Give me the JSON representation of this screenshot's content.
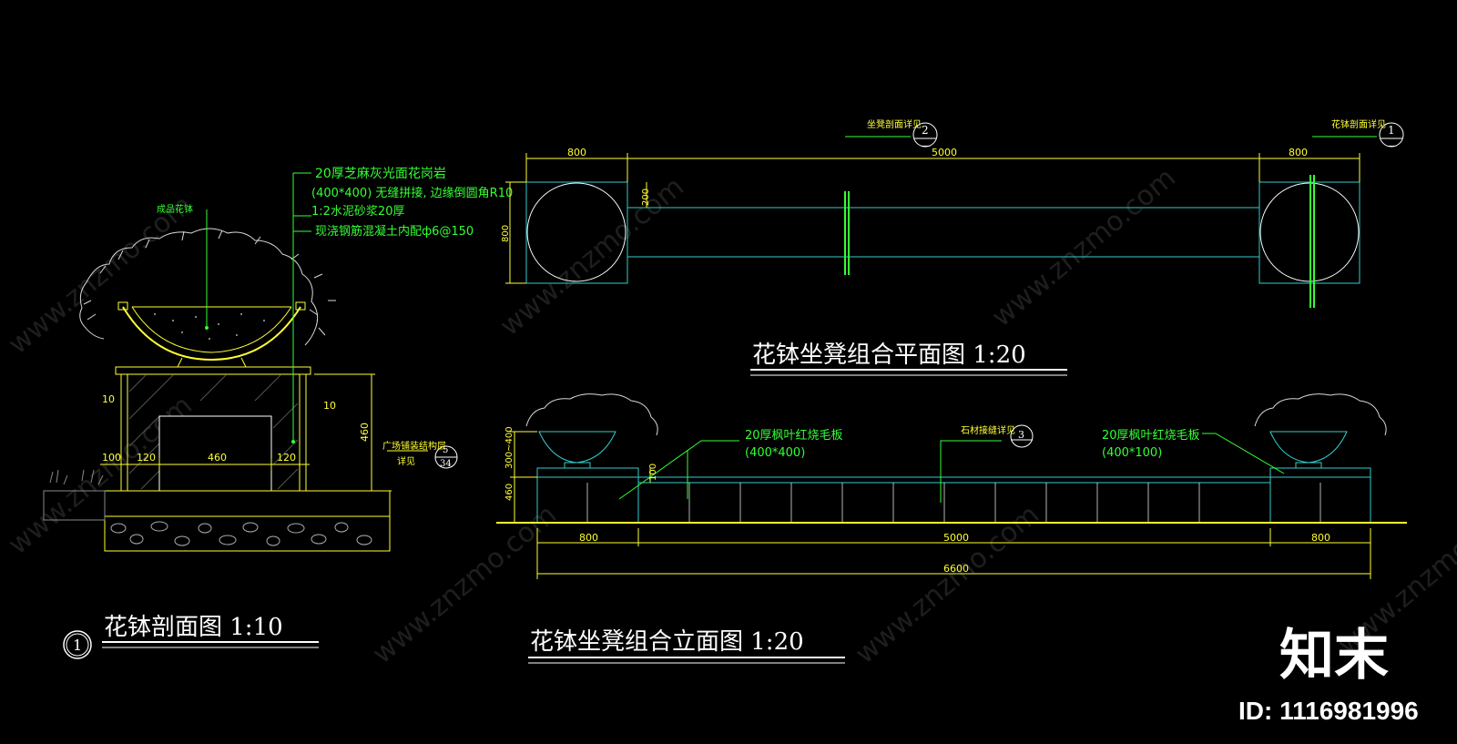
{
  "colors": {
    "background": "#000000",
    "dimension": "#ffff33",
    "note": "#33ff33",
    "outline": "#33cccc",
    "title": "#ffffff"
  },
  "titles": {
    "section": "花钵剖面图  1:10",
    "plan": "花钵坐凳组合平面图  1:20",
    "elevation": "花钵坐凳组合立面图  1:20",
    "section_index": "1"
  },
  "section_notes": {
    "pot_label": "成品花钵",
    "line1": "20厚芝麻灰光面花岗岩",
    "line2": "(400*400) 无缝拼接, 边缘倒圆角R10",
    "line3": "1:2水泥砂浆20厚",
    "line4": "现浇钢筋混凝土内配ф6@150",
    "detail_ref": "广场铺装结构层",
    "detail_ref2": "详见",
    "callout_top": "5",
    "callout_bottom": "34"
  },
  "section_dims": {
    "d10_left": "10",
    "d10_right": "10",
    "d100": "100",
    "d120_left": "120",
    "d460_width": "460",
    "d120_right": "120",
    "d460_height": "460"
  },
  "plan": {
    "left_width": "800",
    "mid_width": "5000",
    "right_width": "800",
    "height": "800",
    "bench": "200",
    "ref_bench": "坐凳剖面详见",
    "ref_bench_no": "2",
    "ref_bench_sheet": "—",
    "ref_pot": "花钵剖面详见",
    "ref_pot_no": "1",
    "ref_pot_sheet": "—"
  },
  "elevation": {
    "pot_height": "300~400",
    "bench_height": "460",
    "top_thk": "100",
    "note_left_1": "20厚枫叶红烧毛板",
    "note_left_2": "(400*400)",
    "note_mid": "石材接缝详见",
    "note_mid_no": "3",
    "note_right_1": "20厚枫叶红烧毛板",
    "note_right_2": "(400*100)",
    "left_width": "800",
    "mid_width": "5000",
    "right_width": "800",
    "total_width": "6600"
  },
  "watermark": {
    "brand": "知末",
    "site": "www.znzmo.com",
    "id_label": "ID: 1116981996"
  }
}
